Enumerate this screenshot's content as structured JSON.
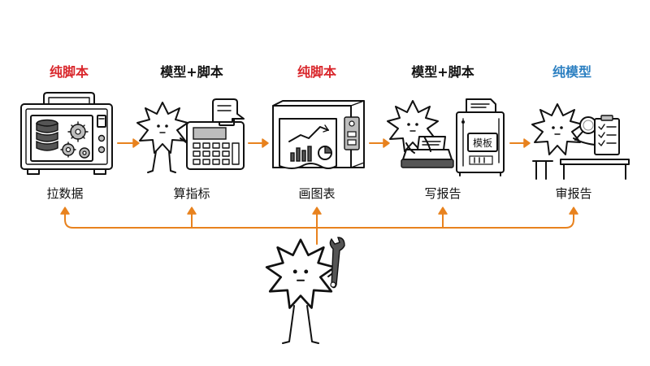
{
  "colors": {
    "script": "#d9262b",
    "mixed": "#111111",
    "model": "#2b7fc1",
    "arrow": "#e8821e"
  },
  "steps": [
    {
      "mode": "纯脚本",
      "mode_type": "script",
      "task": "拉数据"
    },
    {
      "mode": "模型+脚本",
      "mode_type": "mixed",
      "task": "算指标"
    },
    {
      "mode": "纯脚本",
      "mode_type": "script",
      "task": "画图表"
    },
    {
      "mode": "模型+脚本",
      "mode_type": "mixed",
      "task": "写报告"
    },
    {
      "mode": "纯模型",
      "mode_type": "model",
      "task": "审报告"
    }
  ],
  "icons": {
    "step1": "database-gears-machine",
    "step2": "star-character-with-calculator",
    "step3": "chart-printer",
    "step4": "star-character-typing-with-template-machine",
    "step5": "star-character-with-magnifier-and-checklist",
    "center": "star-character-with-wrench"
  },
  "machine_label": "模板"
}
